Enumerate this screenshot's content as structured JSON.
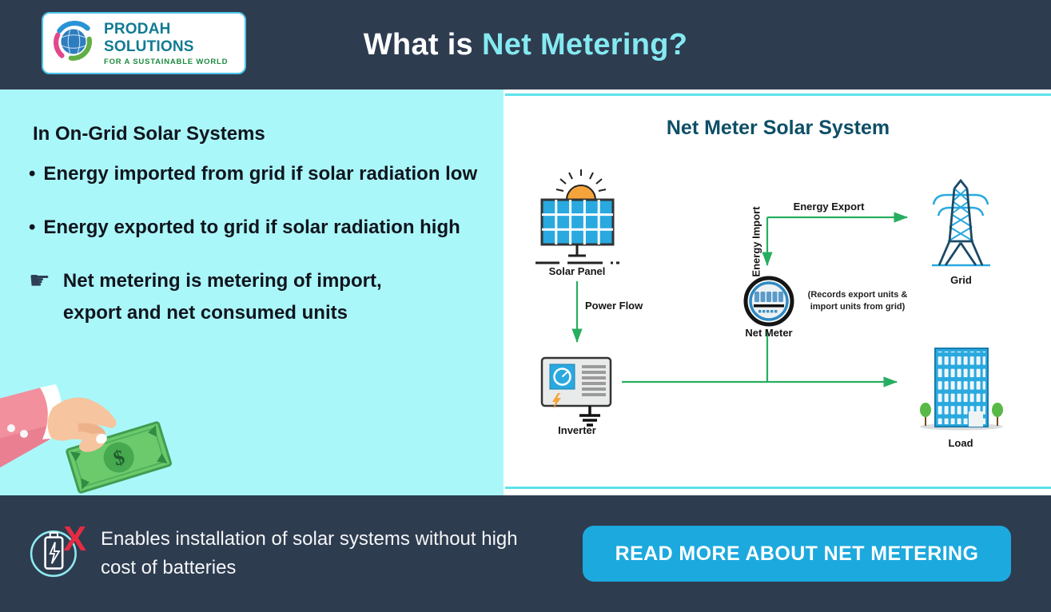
{
  "header": {
    "logo_name": "PRODAH SOLUTIONS",
    "logo_tagline": "FOR A SUSTAINABLE WORLD",
    "title_prefix": "What is",
    "title_highlight": "Net Metering?"
  },
  "left_panel": {
    "heading": "In On-Grid Solar Systems",
    "bullet_glyph": "•",
    "bullet_1": "Energy imported from grid if solar radiation low",
    "bullet_2": "Energy exported to grid if solar radiation high",
    "pointer_glyph": "☛",
    "pointer_note": "Net metering is metering of import, export and net consumed units",
    "money_dollar_sign": "$"
  },
  "diagram": {
    "title": "Net Meter Solar System",
    "solar_panel_label": "Solar Panel",
    "power_flow_label": "Power Flow",
    "inverter_label": "Inverter",
    "energy_export_label": "Energy Export",
    "energy_import_label": "Energy Import",
    "net_meter_label": "Net Meter",
    "net_meter_note": "(Records export units & import units from grid)",
    "grid_label": "Grid",
    "load_label": "Load"
  },
  "footer": {
    "note": "Enables installation of solar systems without high cost of batteries",
    "button_label": "READ MORE ABOUT NET METERING"
  },
  "colors": {
    "header_bg": "#2e3c50",
    "panel_cyan": "#aaf7fa",
    "title_highlight": "#85e9f1",
    "accent_green": "#27ae60",
    "button_blue": "#1ca9de",
    "diagram_title_teal": "#0d4f66",
    "red_x": "#e52b42"
  }
}
